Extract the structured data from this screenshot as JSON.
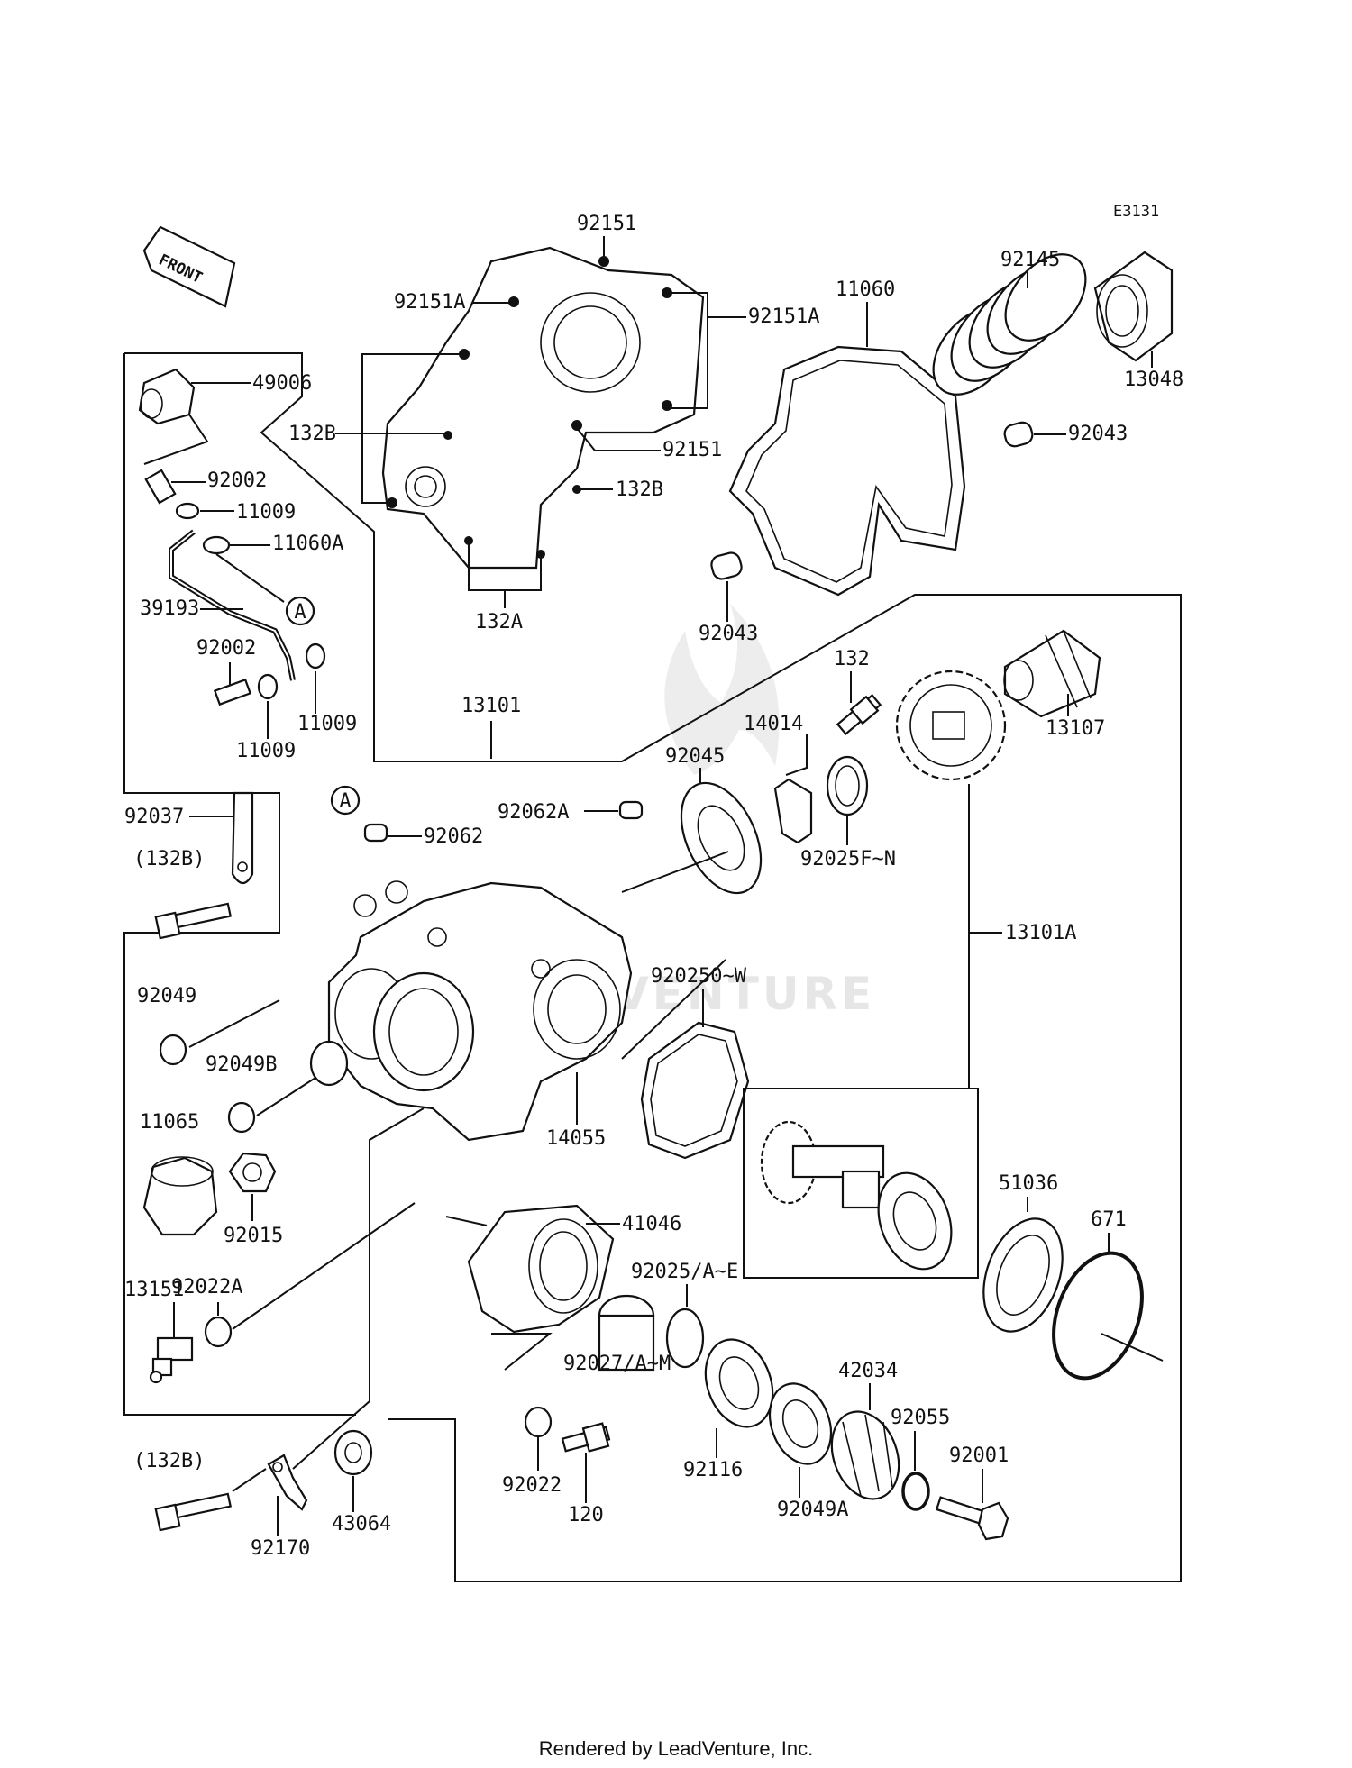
{
  "diagram_code": "E3131",
  "front_label": "FRONT",
  "ref_marker": "A",
  "labels": {
    "p92151_top": "92151",
    "p92151A_left": "92151A",
    "p92151A_right": "92151A",
    "p132B_left": "132B",
    "p92151_mid": "92151",
    "p132B_right": "132B",
    "p132A": "132A",
    "p11060": "11060",
    "p92145": "92145",
    "p13048": "13048",
    "p92043_top": "92043",
    "p92043_bottom": "92043",
    "p49006": "49006",
    "p92002_top": "92002",
    "p11009_top": "11009",
    "p11060A": "11060A",
    "p39193": "39193",
    "p92002_mid": "92002",
    "p11009_right": "11009",
    "p11009_bottom": "11009",
    "p13101": "13101",
    "p132": "132",
    "p14014": "14014",
    "p13107": "13107",
    "p92045": "92045",
    "p92062A": "92062A",
    "p92062": "92062",
    "p92025FN": "92025F~N",
    "p92037": "92037",
    "p132B_paren_top": "(132B)",
    "p13101A": "13101A",
    "p92049": "92049",
    "p92049B": "92049B",
    "p92025OW": "920250~W",
    "p11065": "11065",
    "p14055": "14055",
    "p92015": "92015",
    "p51036": "51036",
    "p671": "671",
    "p41046": "41046",
    "p92022A": "92022A",
    "p13151": "13151",
    "p92025AE": "92025/A~E",
    "p92027AM": "92027/A~M",
    "p42034": "42034",
    "p92055": "92055",
    "p92001": "92001",
    "p132B_paren_bottom": "(132B)",
    "p92022": "92022",
    "p120": "120",
    "p92116": "92116",
    "p92049A": "92049A",
    "p43064": "43064",
    "p92170": "92170"
  },
  "watermark": "LEADVENTURE",
  "footer": "Rendered by LeadVenture, Inc."
}
